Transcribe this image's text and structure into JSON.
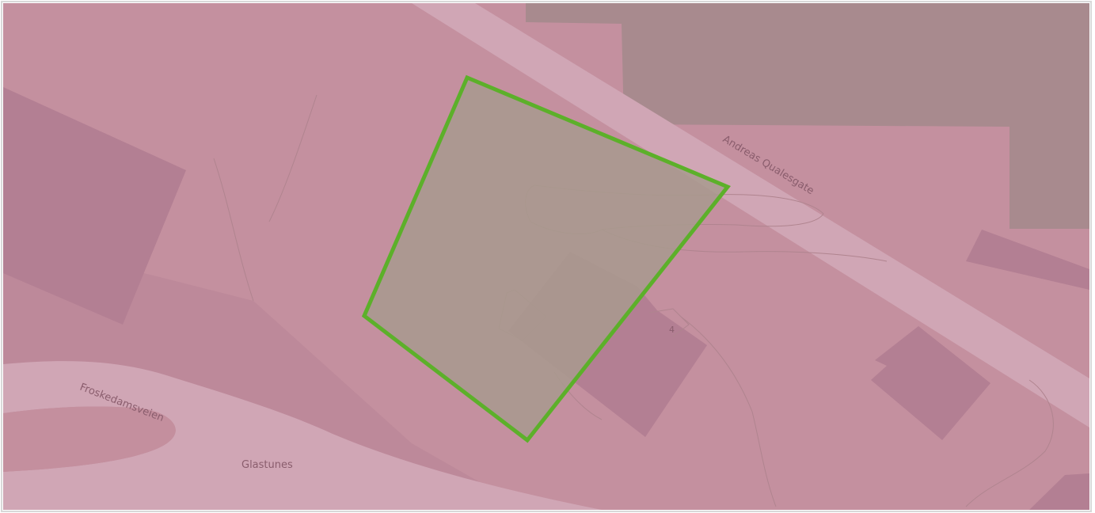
{
  "map": {
    "colors": {
      "land": "#c4909f",
      "road": "#d0a6b5",
      "building": "#b37f93",
      "zone": "#a88a8e",
      "highlight_stroke": "#5cb02a",
      "highlight_fill": "#a89a8e",
      "label": "#8a5d6d",
      "contour": "#b0848f"
    },
    "labels": {
      "road_andreas": "Andreas Qualesgate",
      "road_froskedam": "Froskedamsveien",
      "place_glastunes": "Glastunes",
      "house_number": "4"
    }
  }
}
